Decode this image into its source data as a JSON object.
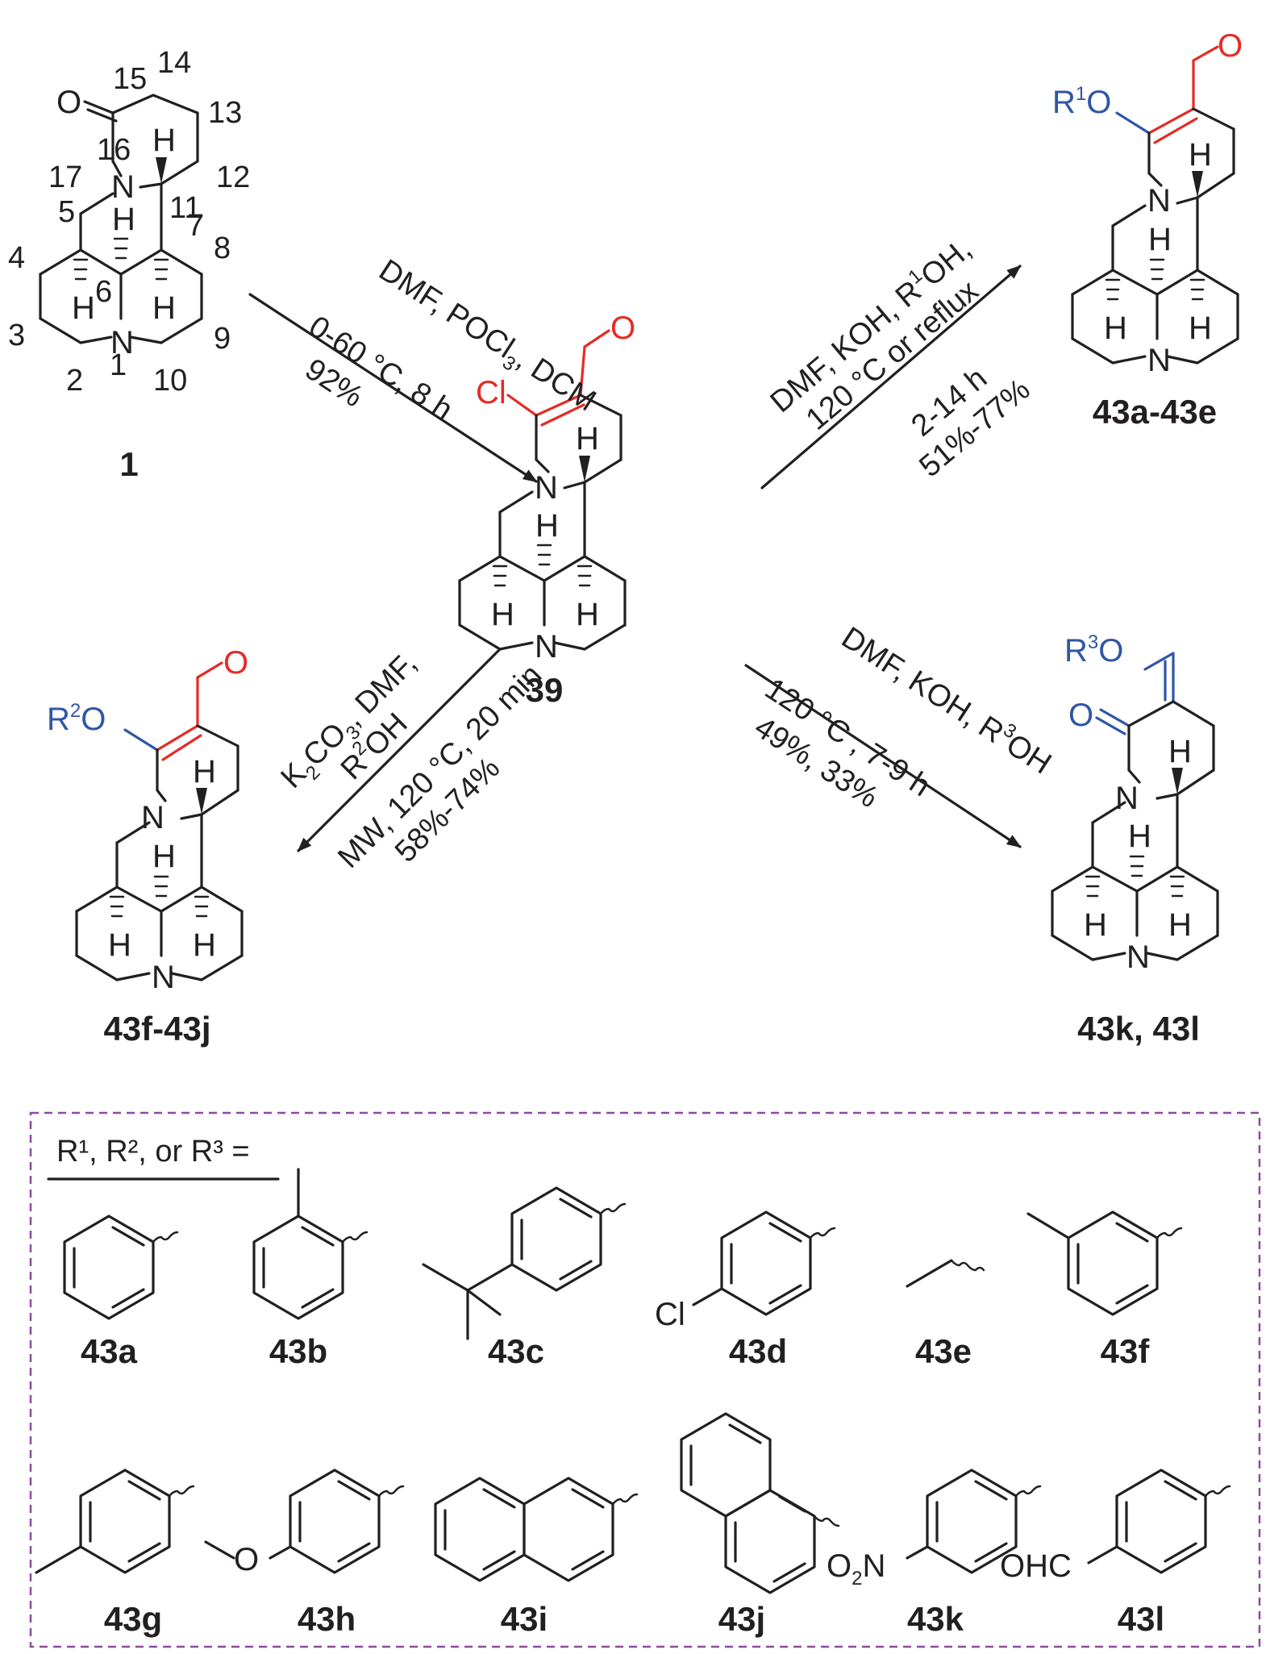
{
  "compounds": {
    "c1": "1",
    "c39": "39",
    "c43ae": "43a-43e",
    "c43fj": "43f-43j",
    "c43kl": "43k, 43l"
  },
  "conditions": {
    "r1_line1": "DMF, POCl",
    "r1_line1_sub": "3",
    "r1_line1_end": ", DCM",
    "r1_line2": "0-60 °C, 8 h",
    "r1_line3": "92%",
    "r2_line1": "DMF, KOH, R",
    "r2_line1_sup": "1",
    "r2_line1_end": "OH,",
    "r2_line2": "120 °C or reflux",
    "r2_line3": "2-14 h",
    "r2_line4": "51%-77%",
    "r3_line1": "K",
    "r3_line1_sub1": "2",
    "r3_line1_mid": "CO",
    "r3_line1_sub2": "3",
    "r3_line1_end": ", DMF,",
    "r3_line2_sup": "2",
    "r3_line2": "OH",
    "r3_line2_pre": "R",
    "r3_line3": "MW, 120 °C, 20 min",
    "r3_line4": "58%-74%",
    "r4_line1": "DMF, KOH, R",
    "r4_line1_sup": "3",
    "r4_line1_end": "OH",
    "r4_line2": "120 °C , 7-9 h",
    "r4_line3": "49%, 33%"
  },
  "substituents": {
    "header": "R¹, R², or R³ =",
    "labels": [
      "43a",
      "43b",
      "43c",
      "43d",
      "43e",
      "43f",
      "43g",
      "43h",
      "43i",
      "43j",
      "43k",
      "43l"
    ],
    "groups": {
      "cl": "Cl",
      "o": "O",
      "no2_o": "O",
      "no2_sub": "2",
      "no2_n": "N",
      "ohc": "OHC"
    }
  },
  "colors": {
    "ink": "#231f20",
    "red": "#e52b25",
    "blue": "#2f56a6",
    "box": "#8e4a9e"
  },
  "icons": [
    "reaction-arrow-icon",
    "wavy-bond-icon"
  ]
}
